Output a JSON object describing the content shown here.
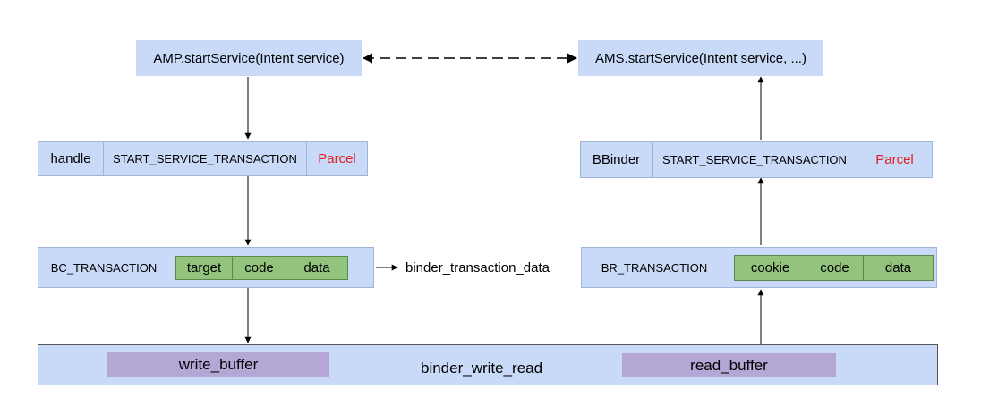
{
  "amp_call": "AMP.startService(Intent service)",
  "ams_call": "AMS.startService(Intent service, ...)",
  "client_parcel_row": {
    "handle": "handle",
    "transaction": "START_SERVICE_TRANSACTION",
    "parcel": "Parcel"
  },
  "server_parcel_row": {
    "bbinder": "BBinder",
    "transaction": "START_SERVICE_TRANSACTION",
    "parcel": "Parcel"
  },
  "bc_transaction": {
    "label": "BC_TRANSACTION",
    "fields": [
      "target",
      "code",
      "data"
    ]
  },
  "br_transaction": {
    "label": "BR_TRANSACTION",
    "fields": [
      "cookie",
      "code",
      "data"
    ]
  },
  "binder_transaction_data": "binder_transaction_data",
  "binder_write_read": {
    "label": "binder_write_read",
    "write_buffer": "write_buffer",
    "read_buffer": "read_buffer"
  },
  "colors": {
    "box_blue": "#c9daf8",
    "field_green": "#93c47d",
    "buffer_purple": "#b4a7d6",
    "parcel_red": "#e02020"
  }
}
